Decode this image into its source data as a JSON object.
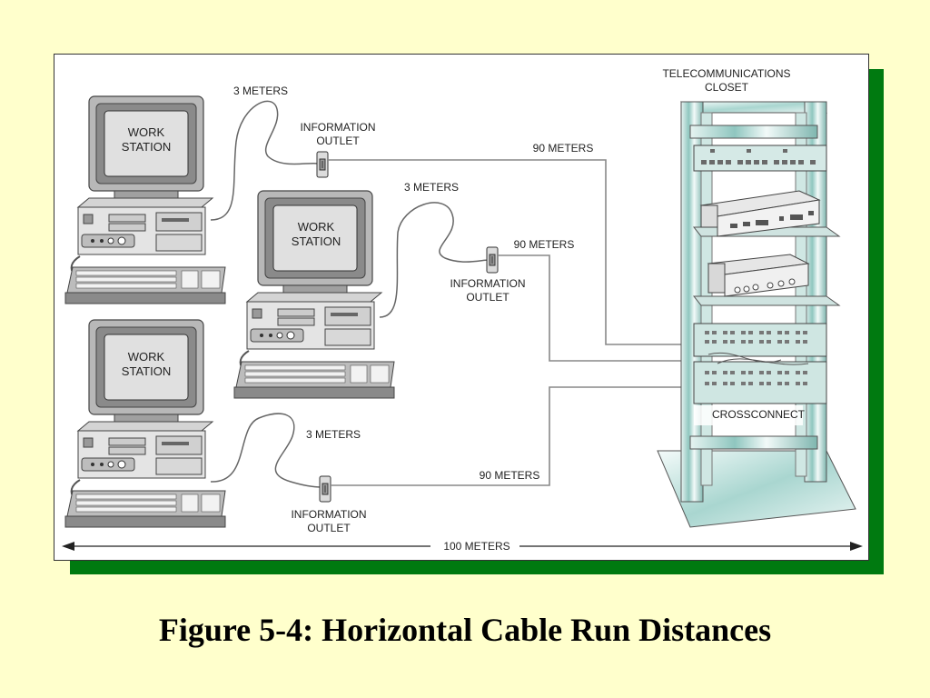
{
  "caption": "Figure 5-4: Horizontal Cable Run Distances",
  "diagram": {
    "workstations": [
      {
        "label_line1": "WORK",
        "label_line2": "STATION",
        "patch_length": "3 METERS",
        "outlet_line1": "INFORMATION",
        "outlet_line2": "OUTLET",
        "run_length": "90 METERS"
      },
      {
        "label_line1": "WORK",
        "label_line2": "STATION",
        "patch_length": "3 METERS",
        "outlet_line1": "INFORMATION",
        "outlet_line2": "OUTLET",
        "run_length": "90 METERS"
      },
      {
        "label_line1": "WORK",
        "label_line2": "STATION",
        "patch_length": "3 METERS",
        "outlet_line1": "INFORMATION",
        "outlet_line2": "OUTLET",
        "run_length": "90 METERS"
      }
    ],
    "closet_line1": "TELECOMMUNICATIONS",
    "closet_line2": "CLOSET",
    "crossconnect": "CROSSCONNECT",
    "total_length": "100 METERS"
  },
  "colors": {
    "background": "#ffffcc",
    "shadow": "#007a10",
    "rack": "#8fc6bf"
  }
}
